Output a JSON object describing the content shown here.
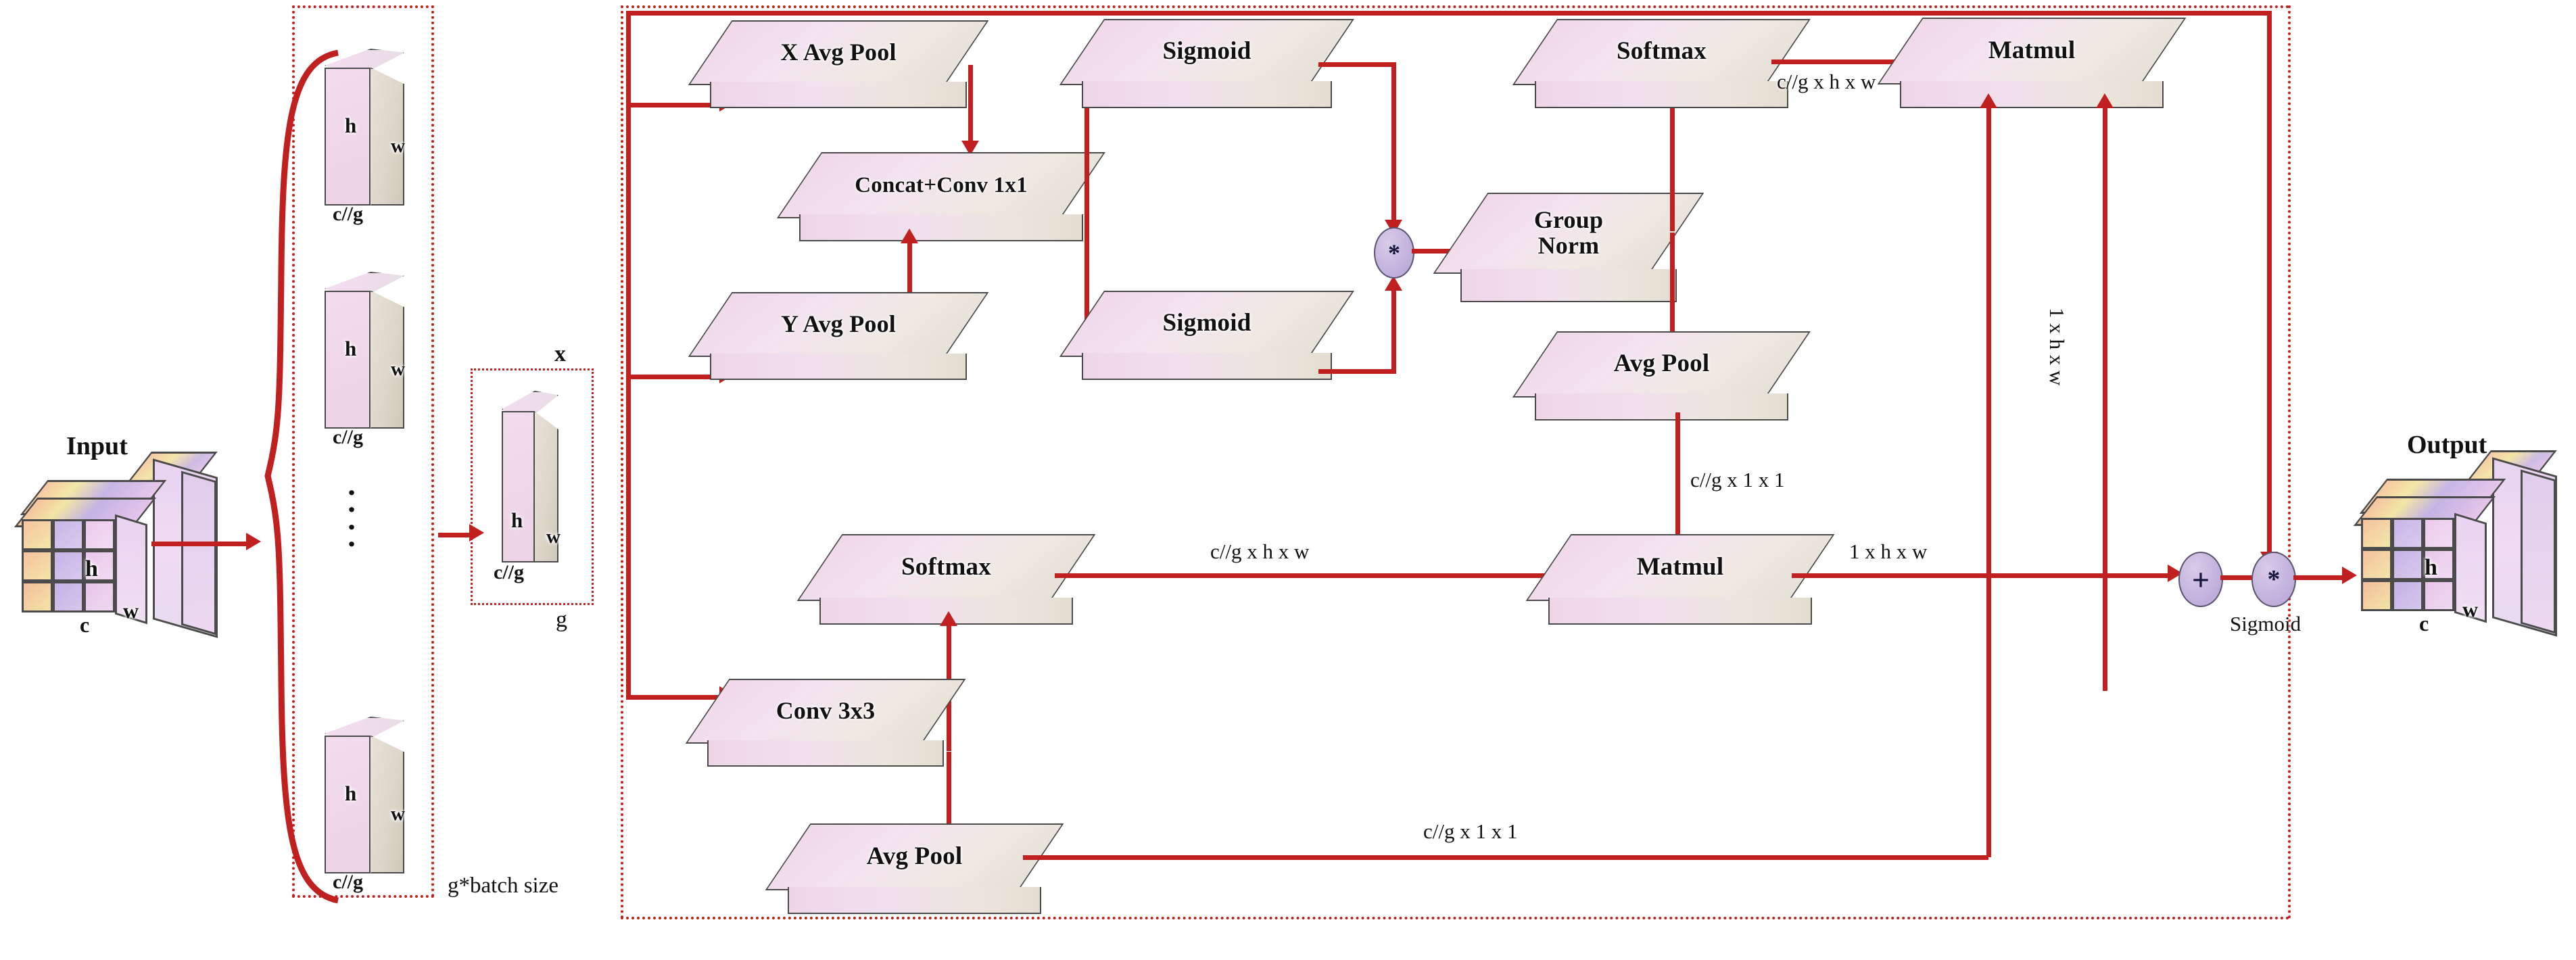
{
  "diagram": {
    "title": "Grouped attention module architecture",
    "accent_color": "#c0201f",
    "block_fill": "#f1dcec",
    "operator_fill": "#c3b2dd"
  },
  "tensors": {
    "input": {
      "name": "Input",
      "dim_h": "h",
      "dim_w": "w",
      "dim_c": "c"
    },
    "output": {
      "name": "Output",
      "dim_h": "h",
      "dim_w": "w",
      "dim_c": "c"
    },
    "group_slabs": [
      {
        "dim_h": "h",
        "dim_w": "w",
        "dim_c": "c//g"
      },
      {
        "dim_h": "h",
        "dim_w": "w",
        "dim_c": "c//g"
      },
      {
        "dim_h": "h",
        "dim_w": "w",
        "dim_c": "c//g"
      }
    ],
    "single_slab": {
      "dim_h": "h",
      "dim_w": "w",
      "dim_c": "c//g"
    },
    "ellipsis": "·"
  },
  "group_box": {
    "caption": "g*batch size"
  },
  "x_box": {
    "top_label": "x",
    "bottom_label": "g"
  },
  "blocks": {
    "x_avg_pool": "X Avg Pool",
    "y_avg_pool": "Y Avg Pool",
    "concat_conv": "Concat+Conv 1x1",
    "sigmoid_top": "Sigmoid",
    "sigmoid_bottom": "Sigmoid",
    "group_norm": "Group\nNorm",
    "group_norm_line1": "Group",
    "group_norm_line2": "Norm",
    "avg_pool_mid": "Avg Pool",
    "softmax_top": "Softmax",
    "matmul_top": "Matmul",
    "softmax_bottom": "Softmax",
    "matmul_bottom": "Matmul",
    "conv3x3": "Conv 3x3",
    "avg_pool_bottom": "Avg Pool"
  },
  "operators": {
    "mul_mid": "*",
    "add_right": "+",
    "mul_right": "*",
    "mul_right_caption": "Sigmoid"
  },
  "edge_labels": {
    "softmax_to_matmul_top": "c//g x h x w",
    "groupnorm_to_matmul_col": "1 x h x w",
    "avgpool_mid_down": "c//g x 1 x 1",
    "softmax_to_matmul_bottom": "c//g x h x w",
    "matmul_to_add": "1 x h x w",
    "avgpool_bottom_right": "c//g x 1 x 1"
  }
}
